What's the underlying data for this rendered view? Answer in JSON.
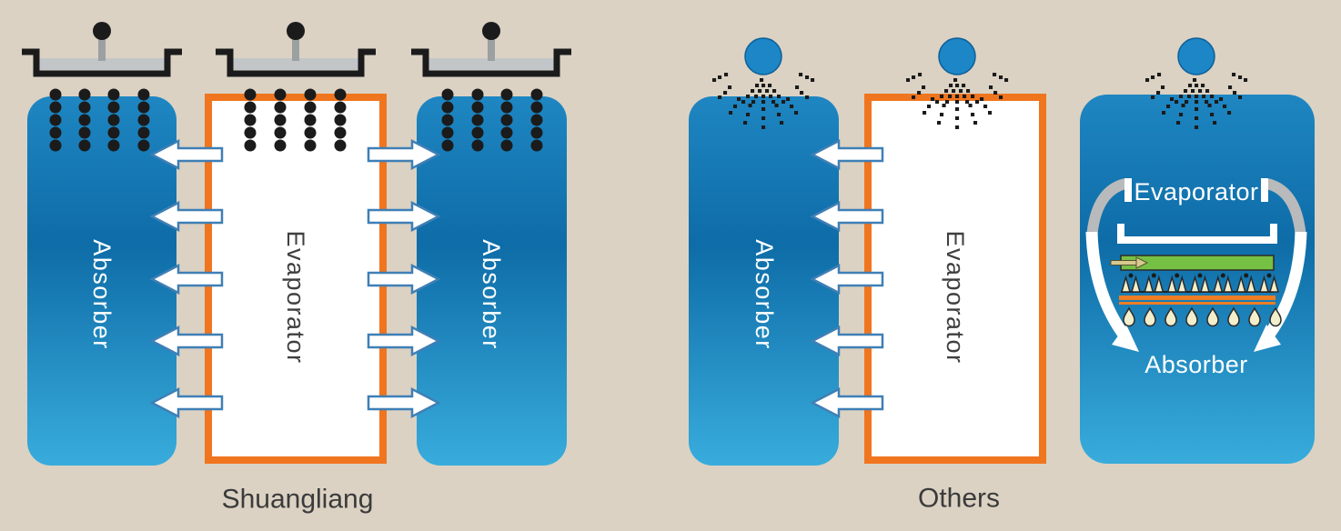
{
  "diagram": {
    "left_group": {
      "caption": "Shuangliang",
      "left_absorber_label": "Absorber",
      "evaporator_label": "Evaporator",
      "right_absorber_label": "Absorber"
    },
    "right_group": {
      "caption": "Others",
      "absorber_label": "Absorber",
      "evaporator_label": "Evaporator",
      "combined_unit": {
        "evaporator_label": "Evaporator",
        "absorber_label": "Absorber"
      }
    },
    "colors": {
      "background": "#DBD2C3",
      "absorber_blue_top": "#1E86C2",
      "absorber_blue_mid": "#0E6CA7",
      "absorber_blue_bottom": "#38ACDC",
      "evaporator_border_orange": "#F0751F",
      "arrow_fill": "#FFFFFF",
      "arrow_outline_blue": "#3F7FB5",
      "spray_dot_black": "#1B1B1B",
      "tray_liquid_gray": "#C3C6C8",
      "green_tube_bank": "#76C043",
      "orange_header": "#ED7D23",
      "droplet_cream": "#F3EECB",
      "circulation_arrow_gray": "#B9BABC",
      "caption_text": "#3B3B3B"
    }
  }
}
